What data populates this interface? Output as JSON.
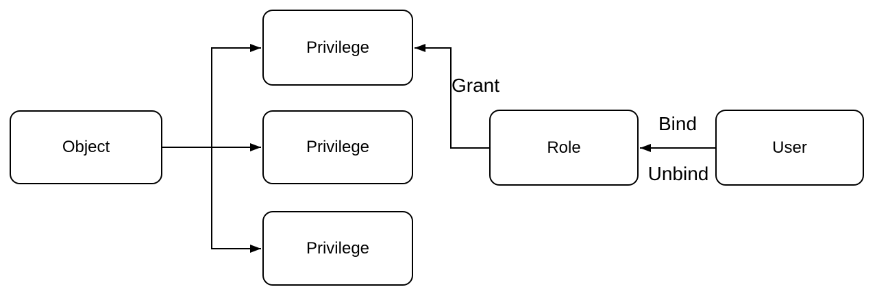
{
  "diagram": {
    "type": "flowchart",
    "background_color": "#ffffff",
    "stroke_color": "#000000",
    "text_color": "#000000",
    "nodes": [
      {
        "id": "object",
        "label": "Object"
      },
      {
        "id": "privilege-top",
        "label": "Privilege"
      },
      {
        "id": "privilege-middle",
        "label": "Privilege"
      },
      {
        "id": "privilege-bottom",
        "label": "Privilege"
      },
      {
        "id": "role",
        "label": "Role"
      },
      {
        "id": "user",
        "label": "User"
      }
    ],
    "edges": [
      {
        "from": "object",
        "to": "privilege-top",
        "label": ""
      },
      {
        "from": "object",
        "to": "privilege-middle",
        "label": ""
      },
      {
        "from": "object",
        "to": "privilege-bottom",
        "label": ""
      },
      {
        "from": "role",
        "to": "privilege-top",
        "label": "Grant"
      },
      {
        "from": "user",
        "to": "role",
        "label": "Bind",
        "label_secondary": "Unbind"
      }
    ]
  }
}
